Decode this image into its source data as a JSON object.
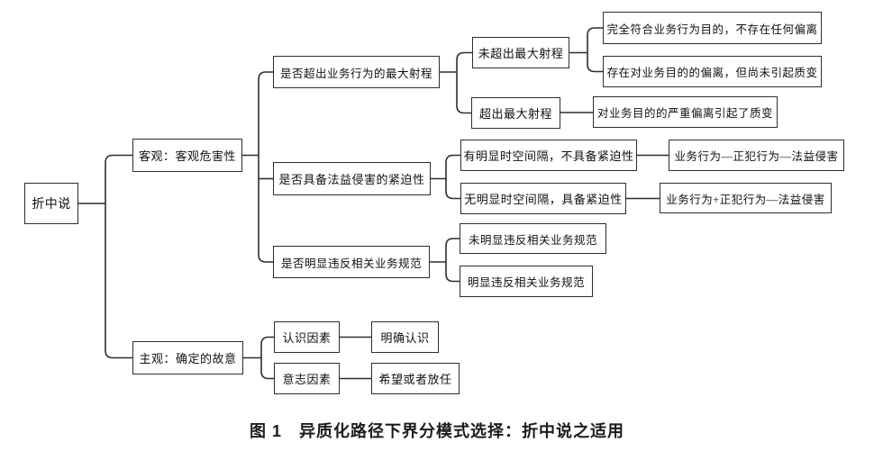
{
  "figure": {
    "kind": "tree-diagram",
    "orientation": "left-to-right"
  },
  "colors": {
    "background": "#ffffff",
    "box_border": "#2e2e2e",
    "box_fill": "#ffffff",
    "text": "#111111",
    "connector": "#2e2e2e"
  },
  "nodes": {
    "root": {
      "label": "折中说"
    },
    "keguan": {
      "label": "客观：客观危害性"
    },
    "zhuguan": {
      "label": "主观：确定的故意"
    },
    "q1": {
      "label": "是否超出业务行为的最大射程"
    },
    "q2": {
      "label": "是否具备法益侵害的紧迫性"
    },
    "q3": {
      "label": "是否明显违反相关业务规范"
    },
    "q1a": {
      "label": "未超出最大射程"
    },
    "q1b": {
      "label": "超出最大射程"
    },
    "q1a1": {
      "label": "完全符合业务行为目的，不存在任何偏离"
    },
    "q1a2": {
      "label": "存在对业务目的的偏离，但尚未引起质变"
    },
    "q1b1": {
      "label": "对业务目的的严重偏离引起了质变"
    },
    "q2a": {
      "label": "有明显时空间隔，不具备紧迫性"
    },
    "q2b": {
      "label": "无明显时空间隔，具备紧迫性"
    },
    "q2a1": {
      "label": "业务行为—正犯行为—法益侵害"
    },
    "q2b1": {
      "label": "业务行为+正犯行为—法益侵害"
    },
    "q3a": {
      "label": "未明显违反相关业务规范"
    },
    "q3b": {
      "label": "明显违反相关业务规范"
    },
    "renshi": {
      "label": "认识因素"
    },
    "mingque": {
      "label": "明确认识"
    },
    "yizhi": {
      "label": "意志因素"
    },
    "xiwang": {
      "label": "希望或者放任"
    }
  },
  "edges": [
    {
      "from": "root",
      "to": "keguan"
    },
    {
      "from": "root",
      "to": "zhuguan"
    },
    {
      "from": "keguan",
      "to": "q1"
    },
    {
      "from": "keguan",
      "to": "q2"
    },
    {
      "from": "keguan",
      "to": "q3"
    },
    {
      "from": "q1",
      "to": "q1a"
    },
    {
      "from": "q1",
      "to": "q1b"
    },
    {
      "from": "q1a",
      "to": "q1a1"
    },
    {
      "from": "q1a",
      "to": "q1a2"
    },
    {
      "from": "q1b",
      "to": "q1b1"
    },
    {
      "from": "q2",
      "to": "q2a"
    },
    {
      "from": "q2",
      "to": "q2b"
    },
    {
      "from": "q2a",
      "to": "q2a1"
    },
    {
      "from": "q2b",
      "to": "q2b1"
    },
    {
      "from": "q3",
      "to": "q3a"
    },
    {
      "from": "q3",
      "to": "q3b"
    },
    {
      "from": "zhuguan",
      "to": "renshi"
    },
    {
      "from": "zhuguan",
      "to": "yizhi"
    },
    {
      "from": "renshi",
      "to": "mingque"
    },
    {
      "from": "yizhi",
      "to": "xiwang"
    }
  ],
  "caption": {
    "text": "图 1　异质化路径下界分模式选择：折中说之适用"
  }
}
